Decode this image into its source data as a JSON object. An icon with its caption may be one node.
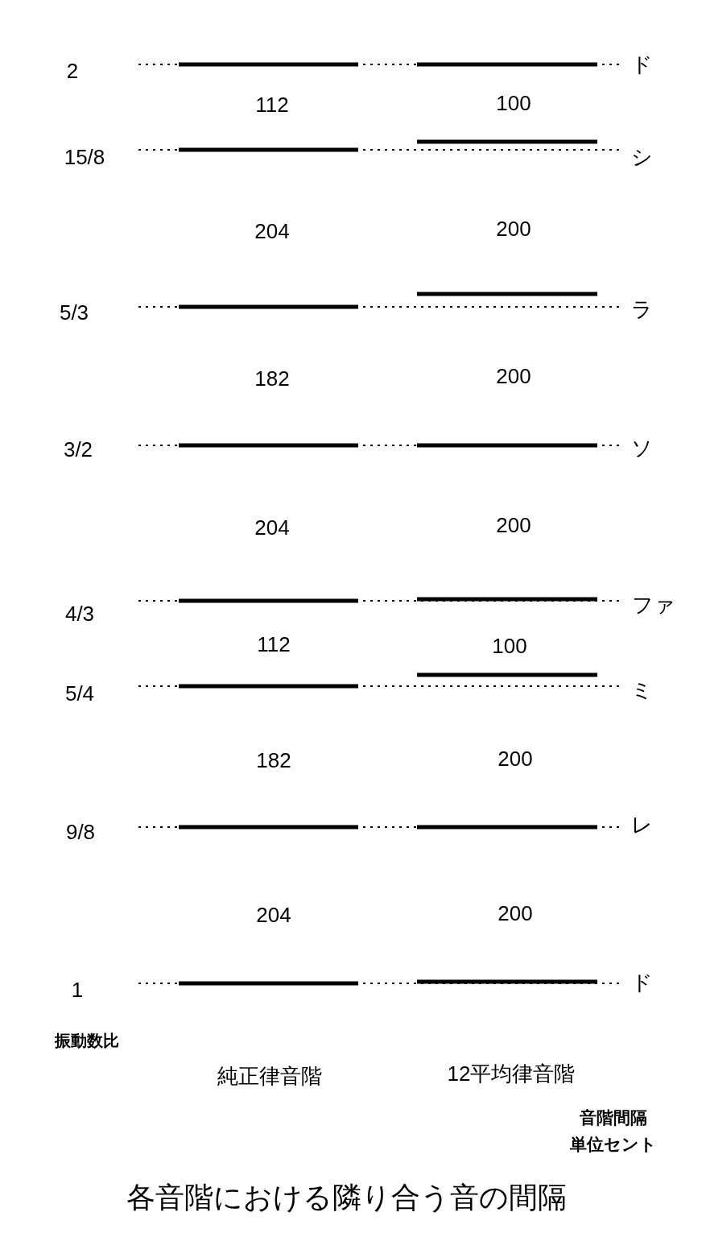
{
  "diagram": {
    "caption": "各音階における隣り合う音の間隔",
    "labels": [
      "2",
      "ド",
      "112",
      "100",
      "15/8",
      "シ",
      "204",
      "200",
      "5/3",
      "ラ",
      "182",
      "200",
      "3/2",
      "ソ",
      "204",
      "200",
      "4/3",
      "ファ",
      "112",
      "100",
      "5/4",
      "ミ",
      "182",
      "200",
      "9/8",
      "レ",
      "204",
      "200",
      "1",
      "ド",
      "振動数比",
      "純正律音階",
      "12平均律音階",
      "音階間隔",
      "単位セント"
    ]
  }
}
